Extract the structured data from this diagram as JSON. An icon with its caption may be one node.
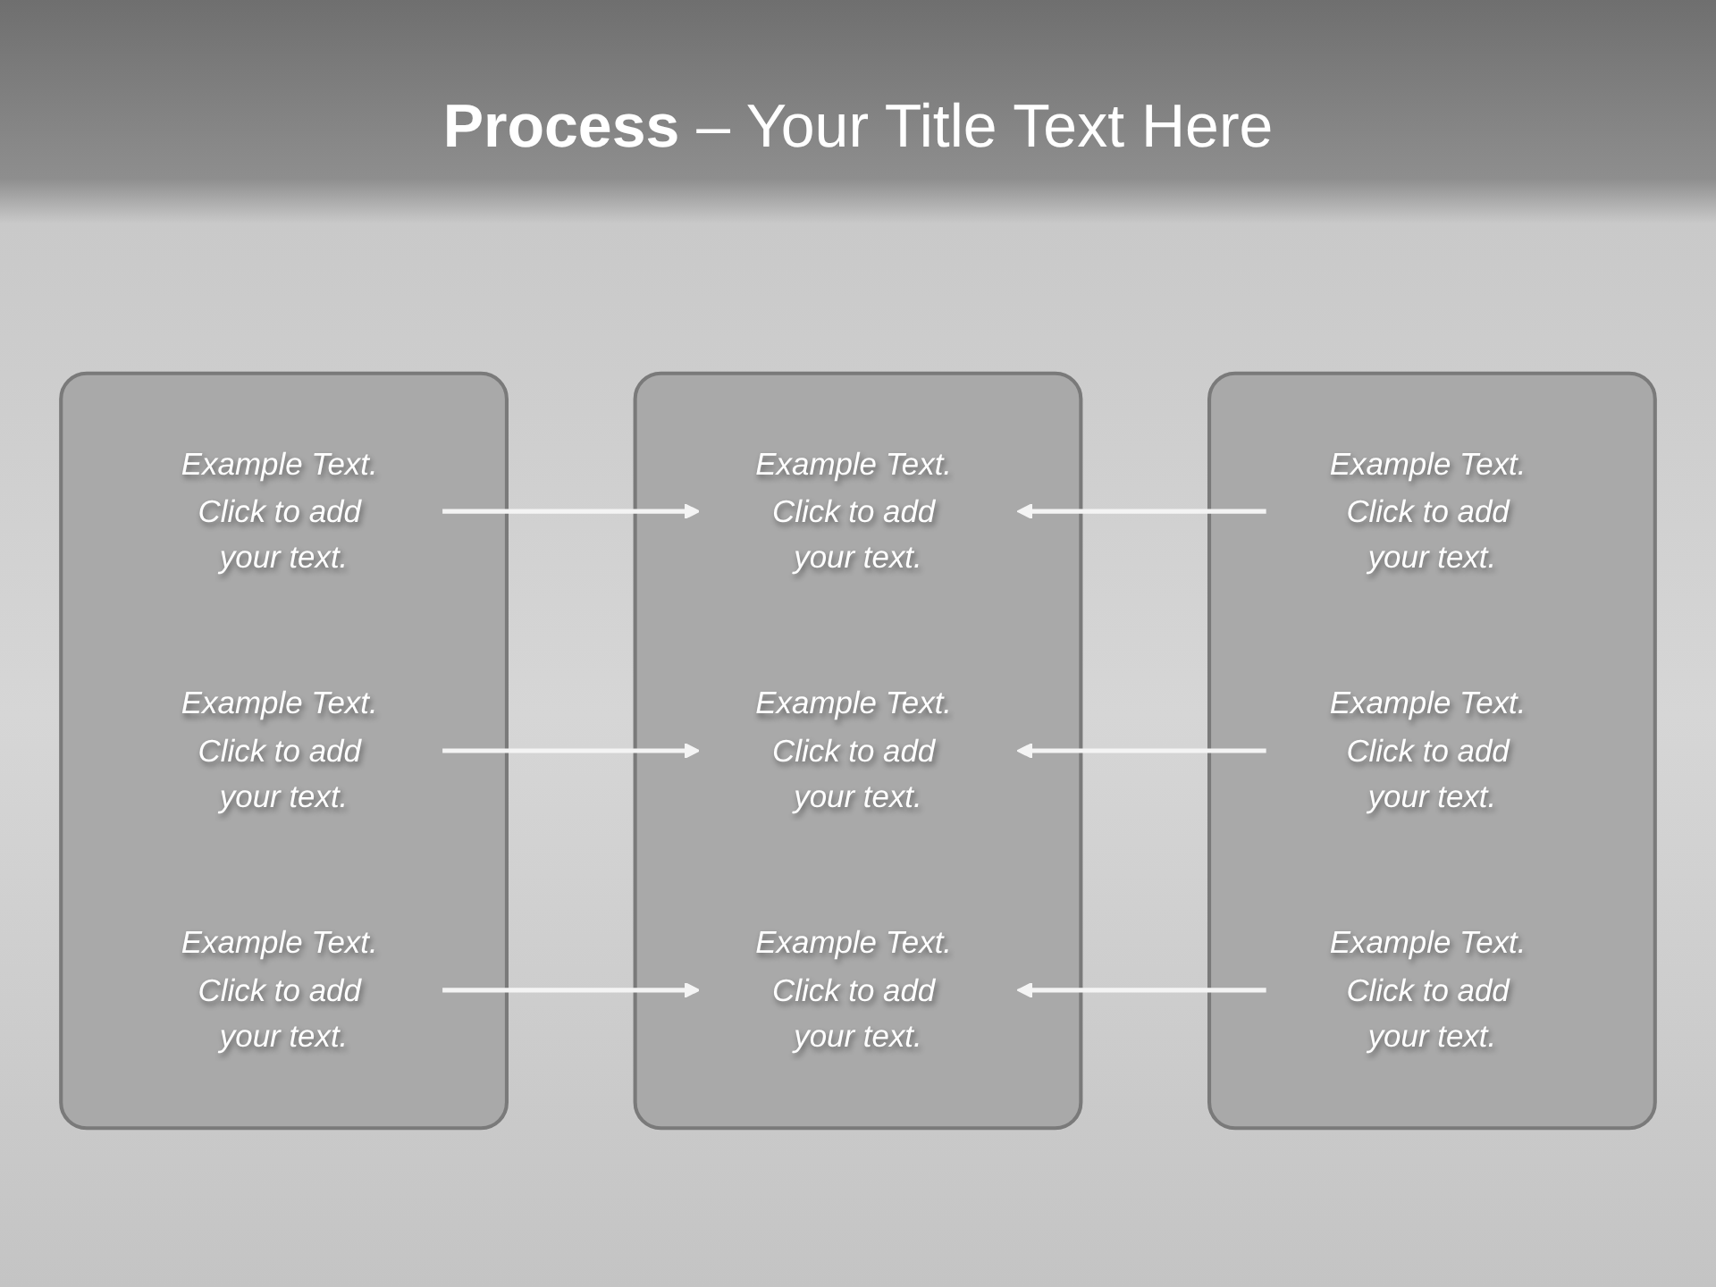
{
  "diagram": {
    "title": "**Process** – Your Title Text Here",
    "nodes": [
      {
        "text": [],
        "shape": "box"
      },
      {
        "text": [
          "Example Text. Click to add your text."
        ],
        "in": 0
      },
      {
        "text": [
          "Example Text. Click to add your text."
        ],
        "in": 0
      },
      {
        "text": [
          "Example Text. Click to add your text."
        ],
        "in": 0
      },
      {
        "text": [],
        "shape": "box"
      },
      {
        "text": [
          "Example Text. Click to add your text."
        ],
        "in": 4
      },
      {
        "text": [
          "Example Text. Click to add your text."
        ],
        "in": 4
      },
      {
        "text": [
          "Example Text. Click to add your text."
        ],
        "in": 4
      },
      {
        "text": [],
        "shape": "box"
      },
      {
        "text": [
          "Example Text. Click to add your text."
        ],
        "in": 8
      },
      {
        "text": [
          "Example Text. Click to add your text."
        ],
        "in": 8
      },
      {
        "text": [
          "Example Text. Click to add your text."
        ],
        "in": 8
      }
    ],
    "edges": [
      {
        "from": 1,
        "to": 5,
        "arrow": "to"
      },
      {
        "from": 9,
        "to": 5,
        "arrow": "to"
      },
      {
        "from": 2,
        "to": 6,
        "arrow": "to"
      },
      {
        "from": 10,
        "to": 6,
        "arrow": "to"
      },
      {
        "from": 3,
        "to": 7,
        "arrow": "to"
      },
      {
        "from": 11,
        "to": 7,
        "arrow": "to"
      }
    ]
  }
}
